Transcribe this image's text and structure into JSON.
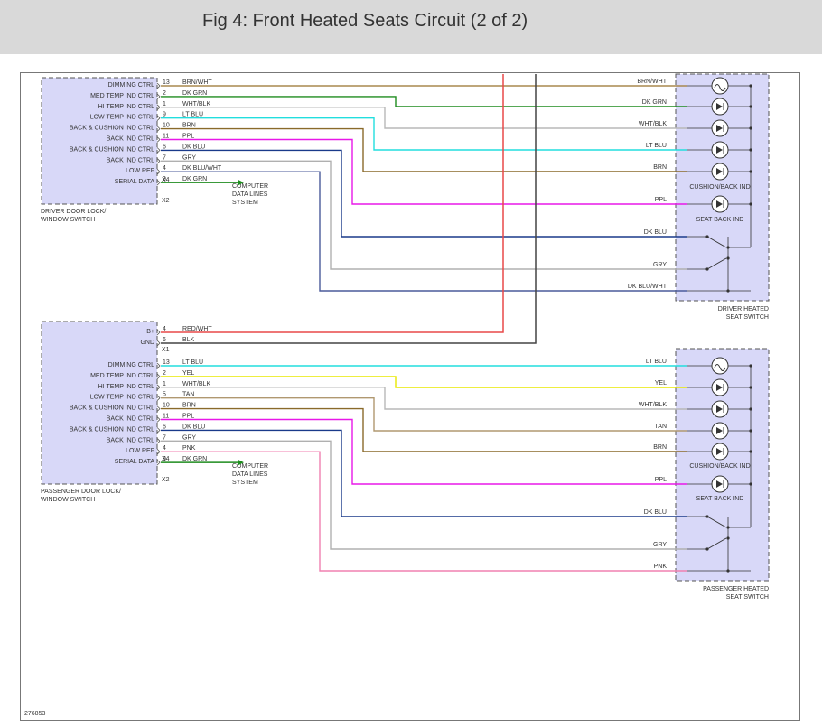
{
  "header": {
    "title": "Fig 4: Front Heated Seats Circuit (2 of 2)"
  },
  "modules": {
    "driver_door": {
      "name_line1": "DRIVER DOOR LOCK/",
      "name_line2": "WINDOW SWITCH"
    },
    "passenger_door": {
      "name_line1": "PASSENGER DOOR LOCK/",
      "name_line2": "WINDOW SWITCH"
    },
    "driver_seat": {
      "name_line1": "DRIVER HEATED",
      "name_line2": "SEAT SWITCH"
    },
    "passenger_seat": {
      "name_line1": "PASSENGER HEATED",
      "name_line2": "SEAT SWITCH"
    }
  },
  "connectors": {
    "x1": "X1",
    "x2": "X2",
    "x4": "X4"
  },
  "computer_data": {
    "line1": "COMPUTER",
    "line2": "DATA LINES",
    "line3": "SYSTEM"
  },
  "indicators": {
    "cushion_back": "CUSHION/BACK IND",
    "seat_back": "SEAT BACK IND"
  },
  "driver_pins": [
    {
      "label": "DIMMING CTRL",
      "pin": "13",
      "wire": "BRN/WHT",
      "color": "#a8884f"
    },
    {
      "label": "MED TEMP IND CTRL",
      "pin": "2",
      "wire": "DK GRN",
      "color": "#1e8c1e"
    },
    {
      "label": "HI TEMP IND CTRL",
      "pin": "1",
      "wire": "WHT/BLK",
      "color": "#b8b8b8"
    },
    {
      "label": "LOW TEMP IND CTRL",
      "pin": "9",
      "wire": "LT BLU",
      "color": "#22dede"
    },
    {
      "label": "BACK & CUSHION IND CTRL",
      "pin": "10",
      "wire": "BRN",
      "color": "#8a6a2a"
    },
    {
      "label": "BACK IND CTRL",
      "pin": "11",
      "wire": "PPL",
      "color": "#e818e8"
    },
    {
      "label": "BACK & CUSHION IND CTRL",
      "pin": "6",
      "wire": "DK BLU",
      "color": "#1a3a8a"
    },
    {
      "label": "BACK IND CTRL",
      "pin": "7",
      "wire": "GRY",
      "color": "#b0b0b0"
    },
    {
      "label": "LOW REF",
      "pin": "4",
      "wire": "DK BLU/WHT",
      "color": "#4a5a9a"
    },
    {
      "label": "SERIAL DATA",
      "pin": "9",
      "wire": "DK GRN",
      "color": "#1e8c1e"
    }
  ],
  "driver_seat_wires": [
    "BRN/WHT",
    "DK GRN",
    "WHT/BLK",
    "LT BLU",
    "BRN",
    "PPL",
    "DK BLU",
    "GRY",
    "DK BLU/WHT"
  ],
  "power": [
    {
      "label": "B+",
      "pin": "4",
      "wire": "RED/WHT",
      "color": "#e84848"
    },
    {
      "label": "GND",
      "pin": "6",
      "wire": "BLK",
      "color": "#444444"
    }
  ],
  "passenger_pins": [
    {
      "label": "DIMMING CTRL",
      "pin": "13",
      "wire": "LT BLU",
      "color": "#22dede"
    },
    {
      "label": "MED TEMP IND CTRL",
      "pin": "2",
      "wire": "YEL",
      "color": "#e8e800"
    },
    {
      "label": "HI TEMP IND CTRL",
      "pin": "1",
      "wire": "WHT/BLK",
      "color": "#b8b8b8"
    },
    {
      "label": "LOW TEMP IND CTRL",
      "pin": "5",
      "wire": "TAN",
      "color": "#b09870"
    },
    {
      "label": "BACK & CUSHION IND CTRL",
      "pin": "10",
      "wire": "BRN",
      "color": "#8a6a2a"
    },
    {
      "label": "BACK IND CTRL",
      "pin": "11",
      "wire": "PPL",
      "color": "#e818e8"
    },
    {
      "label": "BACK & CUSHION IND CTRL",
      "pin": "6",
      "wire": "DK BLU",
      "color": "#1a3a8a"
    },
    {
      "label": "BACK IND CTRL",
      "pin": "7",
      "wire": "GRY",
      "color": "#b0b0b0"
    },
    {
      "label": "LOW REF",
      "pin": "4",
      "wire": "PNK",
      "color": "#f080b0"
    },
    {
      "label": "SERIAL DATA",
      "pin": "9",
      "wire": "DK GRN",
      "color": "#1e8c1e"
    }
  ],
  "passenger_seat_wires": [
    "LT BLU",
    "YEL",
    "WHT/BLK",
    "TAN",
    "BRN",
    "PPL",
    "DK BLU",
    "GRY",
    "PNK"
  ],
  "footer": {
    "id": "276853"
  }
}
